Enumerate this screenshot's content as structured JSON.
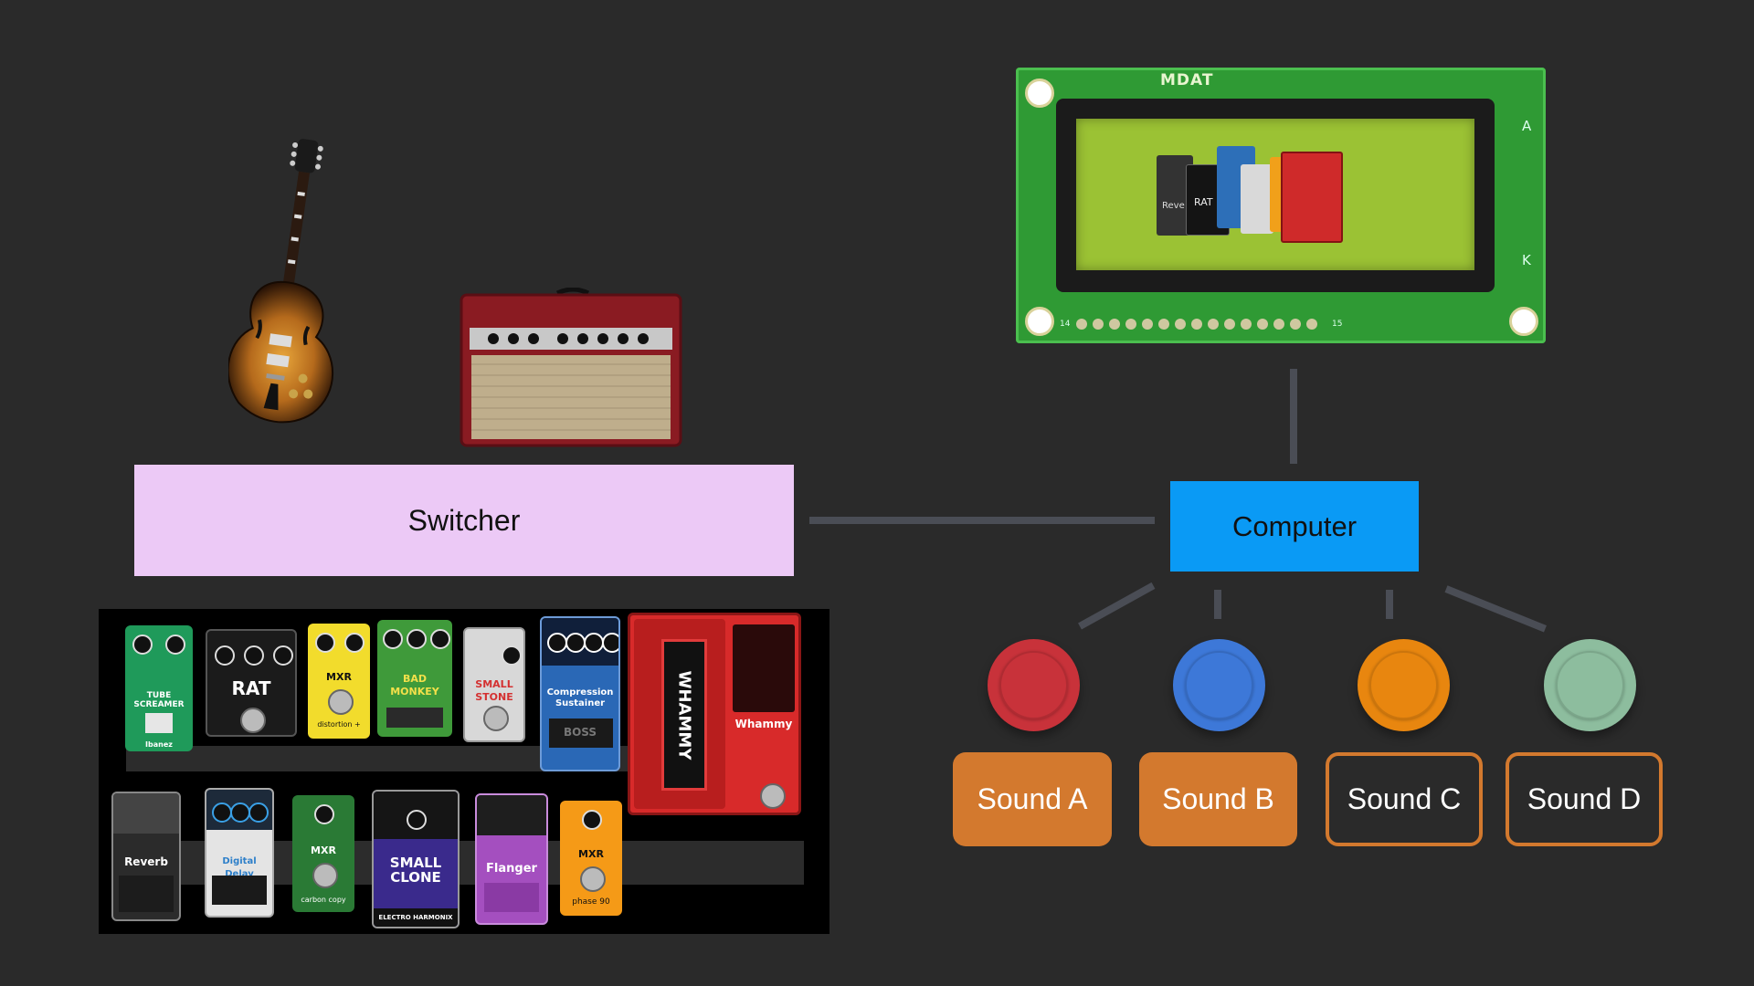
{
  "diagram": {
    "switcher_label": "Switcher",
    "computer_label": "Computer",
    "sounds": [
      {
        "label": "Sound A",
        "style": "filled"
      },
      {
        "label": "Sound B",
        "style": "filled"
      },
      {
        "label": "Sound C",
        "style": "outline"
      },
      {
        "label": "Sound D",
        "style": "outline"
      }
    ],
    "knob_colors": [
      "#c8323a",
      "#3d78d8",
      "#e8860f",
      "#8dbd9e"
    ],
    "colors": {
      "background": "#2a2a2a",
      "switcher": "#ecc9f6",
      "computer": "#0a9af5",
      "sound_accent": "#d3792e",
      "connector": "#4a4d55"
    }
  },
  "display": {
    "brand": "MDAT",
    "pin_start": "14",
    "pin_end": "15",
    "pin_letters": [
      "A",
      "K"
    ]
  },
  "pedals": {
    "row1": [
      "TUBE SCREAMER",
      "RAT",
      "MXR",
      "BAD MONKEY",
      "SMALL STONE",
      "Compression Sustainer",
      "WHAMMY"
    ],
    "row2": [
      "Reverb",
      "Digital Delay",
      "MXR",
      "SMALL CLONE",
      "Flanger",
      "MXR"
    ],
    "subtitles": {
      "mxr1": "distortion +",
      "mxr2": "carbon copy",
      "mxr3": "phase 90",
      "ts_brand": "Ibanez",
      "boss": "BOSS",
      "ehx": "ELECTRO HARMONIX",
      "whammy_small": "Whammy"
    }
  }
}
